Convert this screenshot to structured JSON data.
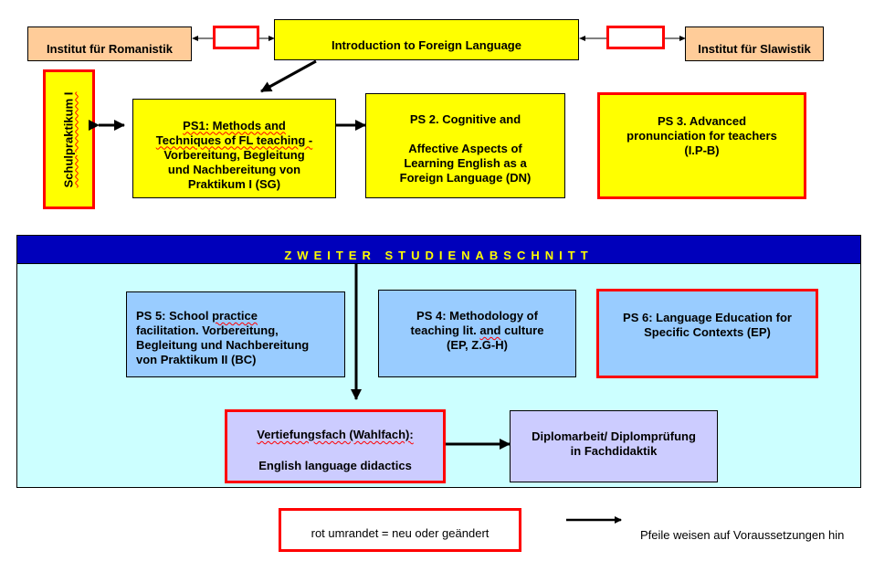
{
  "top_row": {
    "left_institute": "Institut für Romanistik",
    "intro": "Introduction to Foreign Language",
    "right_institute": "Institut für Slawistik"
  },
  "first_section": {
    "schulpraktikum": "Schulpraktikum I",
    "ps1": {
      "title": "PS1: Methods and",
      "lines": [
        "Techniques of FL teaching -",
        "Vorbereitung, Begleitung",
        "und Nachbereitung von",
        "Praktikum I (SG)"
      ]
    },
    "ps2": {
      "title": "PS 2. Cognitive and",
      "lines": [
        "Affective Aspects of",
        "Learning English as a",
        "Foreign Language (DN)"
      ]
    },
    "ps3": {
      "lines": [
        "PS 3. Advanced",
        "pronunciation for teachers",
        "(I.P-B)"
      ]
    }
  },
  "second_section": {
    "header": "ZWEITER STUDIENABSCHNITT",
    "ps5": {
      "lines": [
        "PS 5: School practice",
        "facilitation.  Vorbereitung,",
        "Begleitung und Nachbereitung",
        "von Praktikum II (BC)"
      ]
    },
    "ps4": {
      "lines": [
        "PS 4: Methodology of",
        "teaching lit. and culture",
        "(EP, Z.G-H)"
      ]
    },
    "ps6": {
      "lines": [
        "PS 6: Language Education for",
        "Specific Contexts (EP)"
      ]
    },
    "vertiefung": {
      "title": "Vertiefungsfach (Wahlfach):",
      "subtitle": "English language didactics"
    },
    "diplom": {
      "lines": [
        "Diplomarbeit/ Diplomprüfung",
        "in Fachdidaktik"
      ]
    }
  },
  "legend": {
    "red_border_label": "rot umrandet = neu oder geändert",
    "arrow_label": "Pfeile weisen auf Voraussetzungen hin"
  },
  "colors": {
    "yellow": "#ffff00",
    "peach": "#ffcc99",
    "light_blue": "#99ccff",
    "lilac": "#ccccff",
    "section_bg": "#ccffff",
    "header_blue": "#0000bb",
    "header_text": "#ffff00",
    "new_or_changed_border": "#ff0000"
  }
}
